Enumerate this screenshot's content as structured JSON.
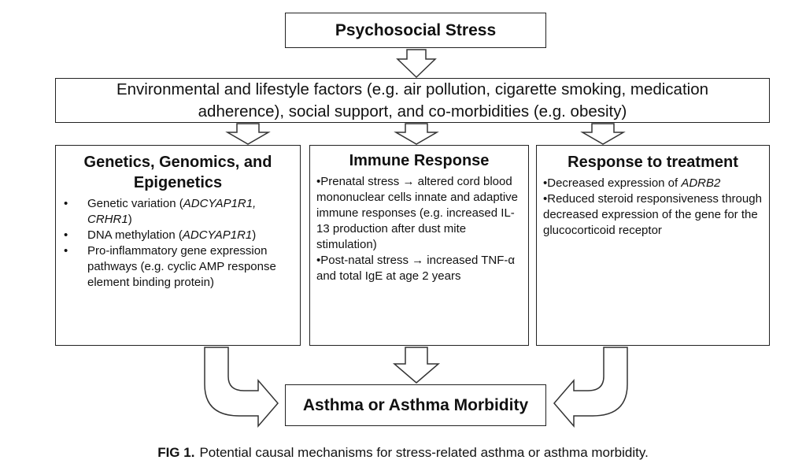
{
  "top_box": "Psychosocial Stress",
  "env_box": "Environmental and lifestyle factors (e.g. air pollution, cigarette smoking, medication adherence), social support, and co-morbidities (e.g. obesity)",
  "genetics": {
    "title": "Genetics, Genomics, and Epigenetics",
    "items": [
      {
        "pre": "Genetic variation (",
        "gene": "ADCYAP1R1, CRHR1",
        "post": ")"
      },
      {
        "pre": "DNA methylation (",
        "gene": "ADCYAP1R1",
        "post": ")"
      },
      {
        "pre": "Pro-inflammatory gene expression pathways (e.g. cyclic AMP response element binding protein)",
        "gene": "",
        "post": ""
      }
    ],
    "bullet": "•"
  },
  "immune": {
    "title": "Immune Response",
    "items": [
      "•Prenatal stress → altered cord blood mononuclear cells innate and adaptive immune responses (e.g. increased IL-13 production after dust mite stimulation)",
      "•Post-natal stress → increased TNF-α and total IgE at age 2 years"
    ]
  },
  "treatment": {
    "title": "Response to treatment",
    "items": [
      {
        "pre": "•Decreased expression of ",
        "gene": "ADRB2",
        "post": ""
      },
      {
        "pre": "•Reduced steroid responsiveness through decreased expression of the gene for the glucocorticoid receptor",
        "gene": "",
        "post": ""
      }
    ]
  },
  "bottom_box": "Asthma or Asthma Morbidity",
  "caption": {
    "label": "FIG 1.",
    "text": "Potential causal mechanisms for stress-related asthma or asthma morbidity."
  }
}
